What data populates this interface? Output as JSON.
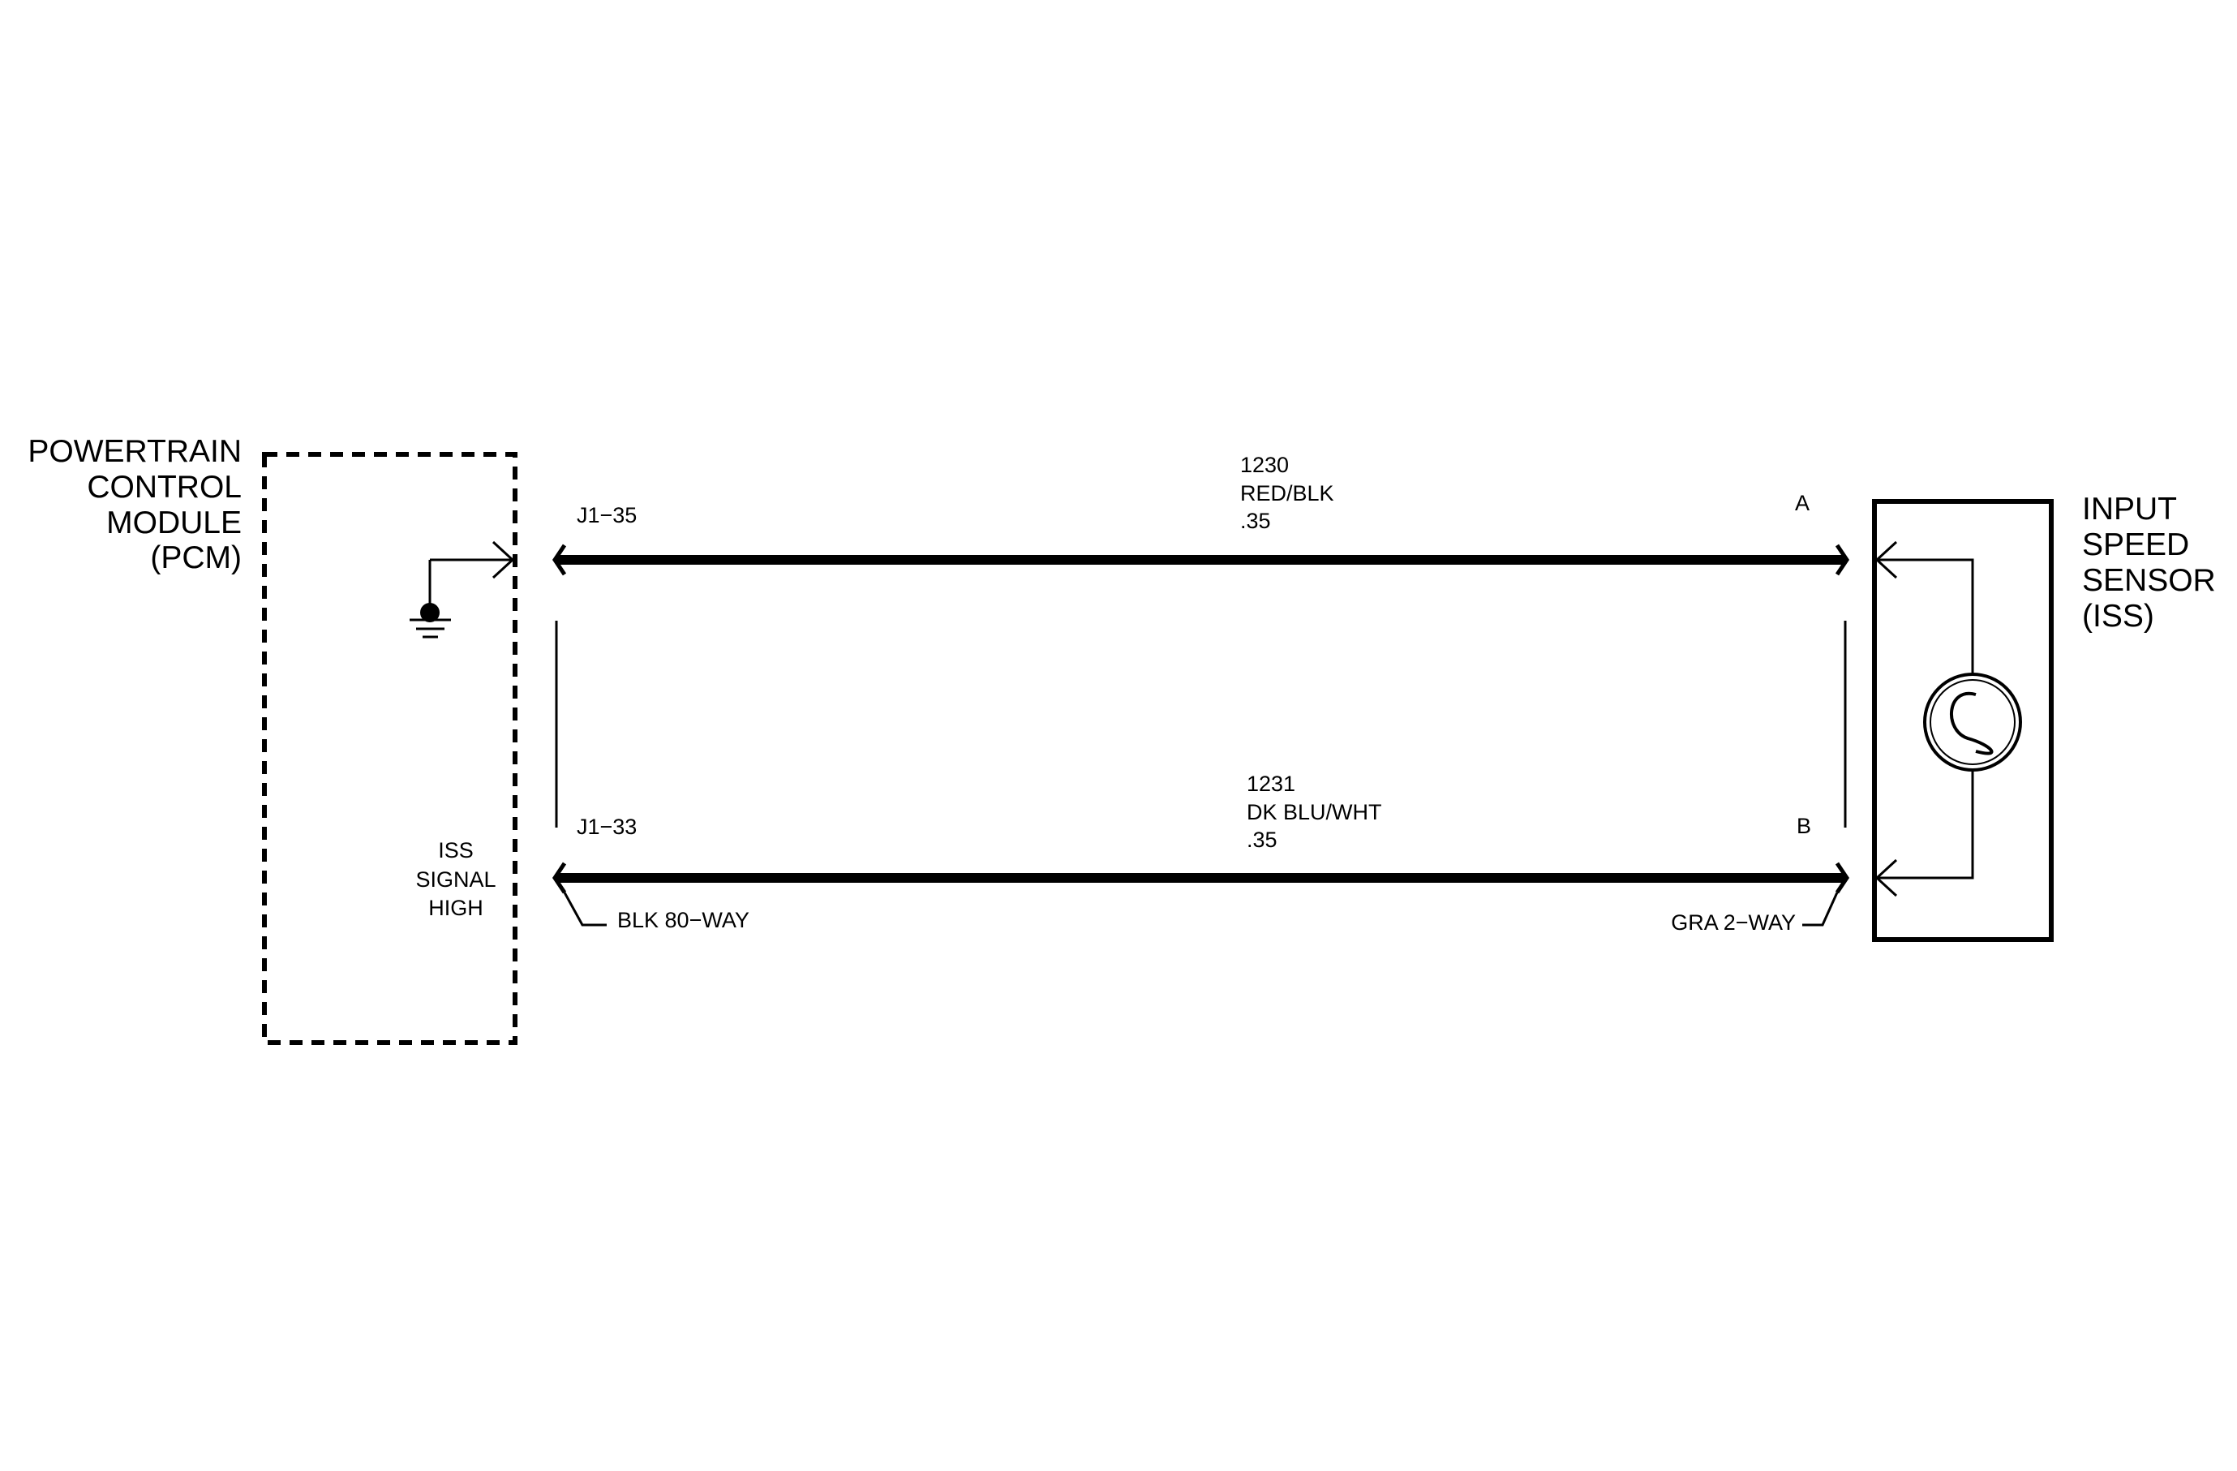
{
  "pcm": {
    "name_lines": [
      "POWERTRAIN",
      "CONTROL",
      "MODULE",
      "(PCM)"
    ],
    "signal_lines": [
      "ISS",
      "SIGNAL",
      "HIGH"
    ]
  },
  "sensor": {
    "name_lines": [
      "INPUT",
      "SPEED",
      "SENSOR",
      "(ISS)"
    ]
  },
  "circuit_a": {
    "pcm_terminal": "J1−35",
    "circuit_number": "1230",
    "wire_color": "RED/BLK",
    "wire_size": ".35",
    "sensor_terminal": "A"
  },
  "circuit_b": {
    "pcm_terminal": "J1−33",
    "circuit_number": "1231",
    "wire_color": "DK BLU/WHT",
    "wire_size": ".35",
    "sensor_terminal": "B"
  },
  "connectors": {
    "pcm_connector": "BLK 80−WAY",
    "sensor_connector": "GRA 2−WAY"
  }
}
